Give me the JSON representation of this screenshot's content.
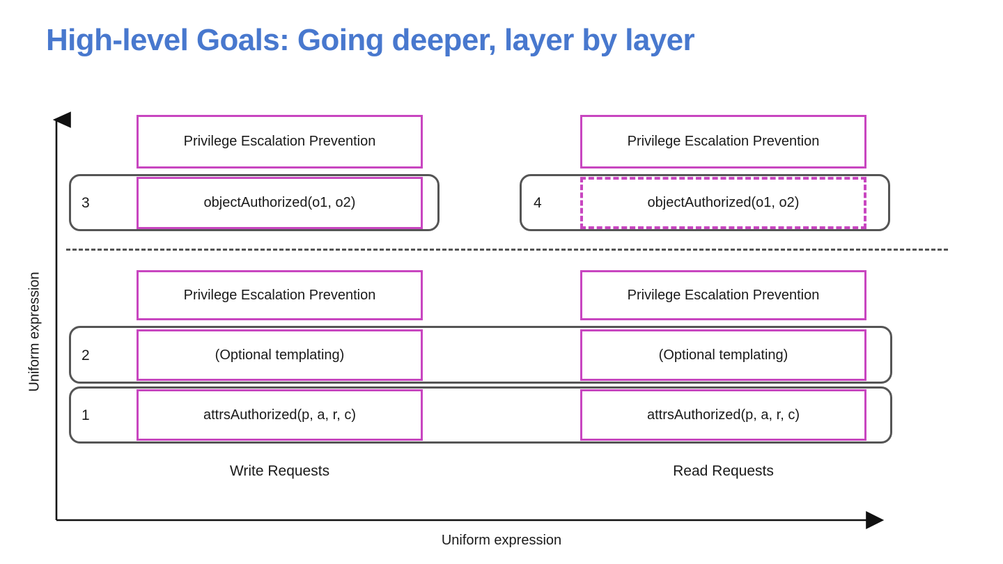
{
  "title": "High-level Goals: Going deeper, layer by layer",
  "colors": {
    "title": "#4878ce",
    "accent_magenta": "#c846c0",
    "container_gray": "#555555",
    "text": "#1a1a1a"
  },
  "axes": {
    "y_label": "Uniform expression",
    "x_label": "Uniform expression"
  },
  "columns": [
    {
      "id": "write",
      "caption": "Write Requests"
    },
    {
      "id": "read",
      "caption": "Read Requests"
    }
  ],
  "layers": [
    {
      "number": "4",
      "column": "read",
      "cell_label": "objectAuthorized(o1, o2)",
      "cell_style": "dashed",
      "header_label": "Privilege Escalation Prevention",
      "spans_both_columns": false
    },
    {
      "number": "3",
      "column": "write",
      "cell_label": "objectAuthorized(o1, o2)",
      "cell_style": "solid",
      "header_label": "Privilege Escalation Prevention",
      "spans_both_columns": false
    },
    {
      "number": "2",
      "column": "both",
      "cell_label": "(Optional templating)",
      "cell_label_right": "(Optional templating)",
      "cell_style": "solid",
      "header_label": "Privilege Escalation Prevention",
      "header_label_right": "Privilege Escalation Prevention",
      "spans_both_columns": true
    },
    {
      "number": "1",
      "column": "both",
      "cell_label": "attrsAuthorized(p, a, r, c)",
      "cell_label_right": "attrsAuthorized(p, a, r, c)",
      "cell_style": "solid",
      "spans_both_columns": true
    }
  ],
  "divider": {
    "style": "dashed"
  }
}
